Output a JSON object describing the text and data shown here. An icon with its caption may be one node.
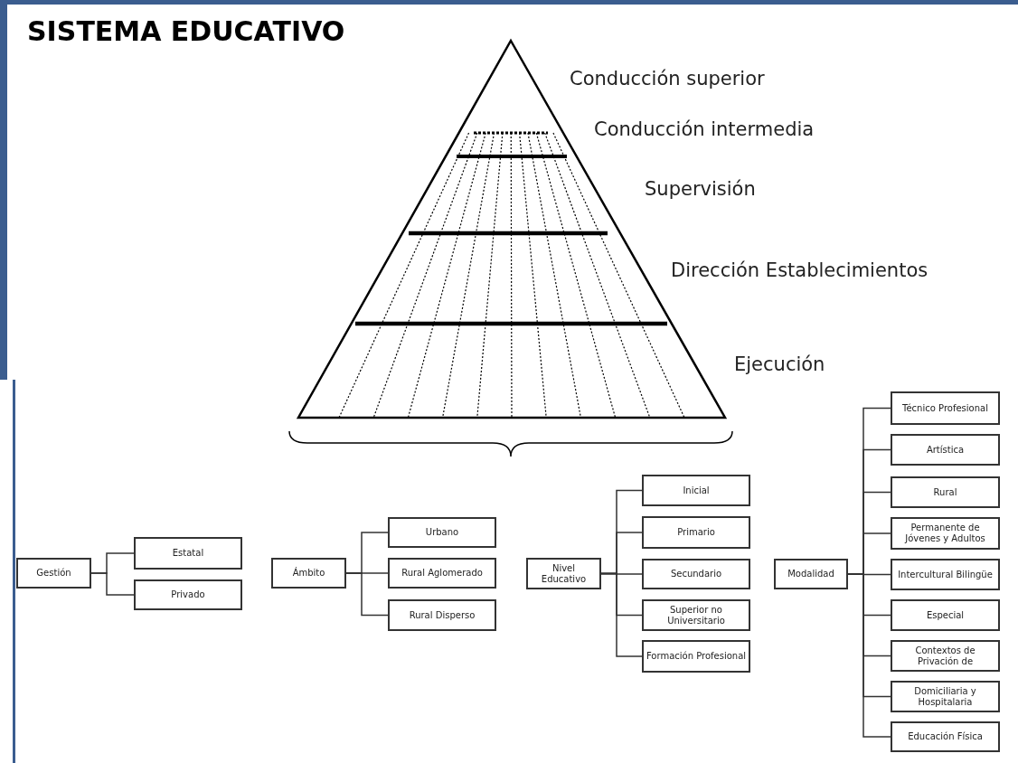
{
  "diagram": {
    "title": "SISTEMA EDUCATIVO",
    "nodes": [
      {
        "text": [
          "Gestión"
        ]
      },
      {
        "text": [
          "Estatal"
        ]
      },
      {
        "text": [
          "Privado"
        ]
      },
      {
        "text": [
          "Ámbito"
        ]
      },
      {
        "text": [
          "Urbano"
        ]
      },
      {
        "text": [
          "Rural Aglomerado"
        ]
      },
      {
        "text": [
          "Rural Disperso"
        ]
      },
      {
        "text": [
          "Nivel Educativo"
        ]
      },
      {
        "text": [
          "Inicial"
        ]
      },
      {
        "text": [
          "Primario"
        ]
      },
      {
        "text": [
          "Secundario"
        ]
      },
      {
        "text": [
          "Superior no Universitario"
        ]
      },
      {
        "text": [
          "Formación Profesional"
        ]
      },
      {
        "text": [
          "Modalidad"
        ]
      },
      {
        "text": [
          "Técnico Profesional"
        ]
      },
      {
        "text": [
          "Artística"
        ]
      },
      {
        "text": [
          "Rural"
        ]
      },
      {
        "text": [
          "Permanente de Jóvenes y Adultos"
        ]
      },
      {
        "text": [
          "Intercultural Bilingüe"
        ]
      },
      {
        "text": [
          "Especial"
        ]
      },
      {
        "text": [
          "Contextos de Privación de"
        ]
      },
      {
        "text": [
          "Domiciliaria y Hospitalaria"
        ]
      },
      {
        "text": [
          "Educación Física"
        ]
      }
    ],
    "edges": [
      {
        "from": 0,
        "to": 1,
        "arrow": "none"
      },
      {
        "from": 0,
        "to": 2,
        "arrow": "none"
      },
      {
        "from": 3,
        "to": 4,
        "arrow": "none"
      },
      {
        "from": 3,
        "to": 5,
        "arrow": "none"
      },
      {
        "from": 3,
        "to": 6,
        "arrow": "none"
      },
      {
        "from": 7,
        "to": 8,
        "arrow": "none"
      },
      {
        "from": 7,
        "to": 9,
        "arrow": "none"
      },
      {
        "from": 7,
        "to": 10,
        "arrow": "none"
      },
      {
        "from": 7,
        "to": 11,
        "arrow": "none"
      },
      {
        "from": 7,
        "to": 12,
        "arrow": "none"
      },
      {
        "from": 13,
        "to": 14,
        "arrow": "none"
      },
      {
        "from": 13,
        "to": 15,
        "arrow": "none"
      },
      {
        "from": 13,
        "to": 16,
        "arrow": "none"
      },
      {
        "from": 13,
        "to": 17,
        "arrow": "none"
      },
      {
        "from": 13,
        "to": 18,
        "arrow": "none"
      },
      {
        "from": 13,
        "to": 19,
        "arrow": "none"
      },
      {
        "from": 13,
        "to": 20,
        "arrow": "none"
      },
      {
        "from": 13,
        "to": 21,
        "arrow": "none"
      },
      {
        "from": 13,
        "to": 22,
        "arrow": "none"
      }
    ],
    "labels": [
      "Conducción superior",
      "Conducción intermedia",
      "Supervisión",
      "Dirección Establecimientos",
      "Ejecución"
    ]
  }
}
